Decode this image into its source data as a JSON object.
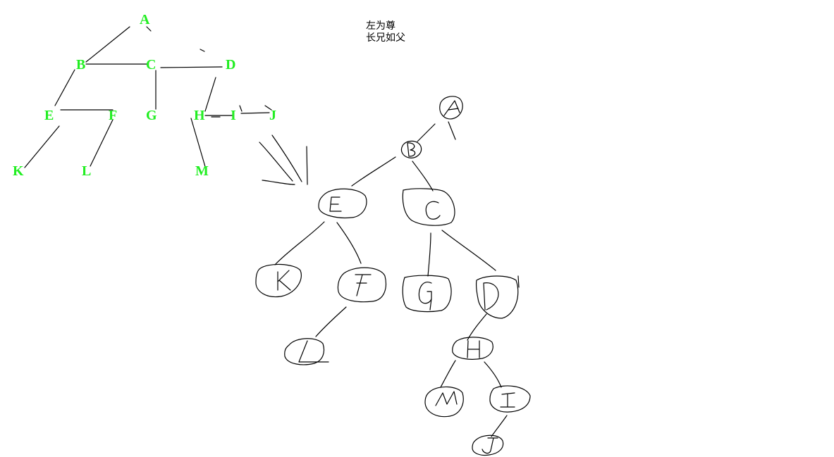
{
  "note": {
    "line1": "左为尊",
    "line2": "长兄如父"
  },
  "original_tree": {
    "nodes": [
      "A",
      "B",
      "C",
      "D",
      "E",
      "F",
      "G",
      "H",
      "I",
      "J",
      "K",
      "L",
      "M"
    ],
    "color": "#22ee22"
  },
  "converted_tree": {
    "nodes": [
      "A",
      "B",
      "E",
      "C",
      "K",
      "F",
      "G",
      "D",
      "L",
      "H",
      "M",
      "I",
      "J"
    ]
  }
}
